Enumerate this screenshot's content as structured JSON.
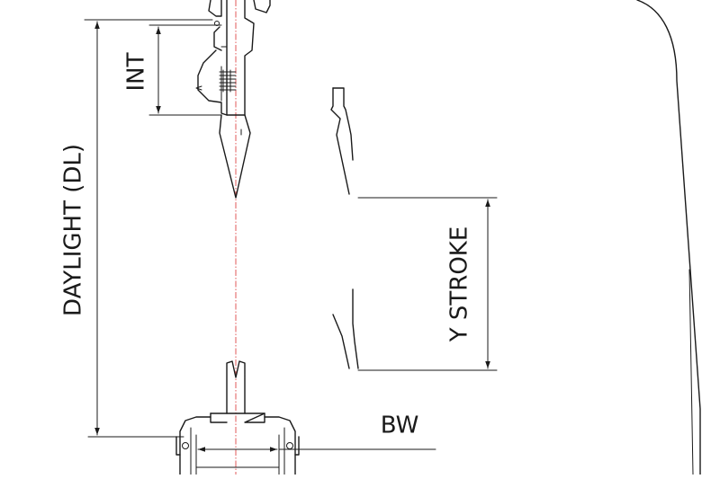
{
  "diagram": {
    "labels": {
      "daylight": "DAYLIGHT (DL)",
      "int": "INT",
      "y_stroke": "Y STROKE",
      "bw": "BW"
    },
    "colors": {
      "line": "#1a1a1a",
      "centerline": "#e05a5a",
      "background": "#ffffff"
    }
  }
}
